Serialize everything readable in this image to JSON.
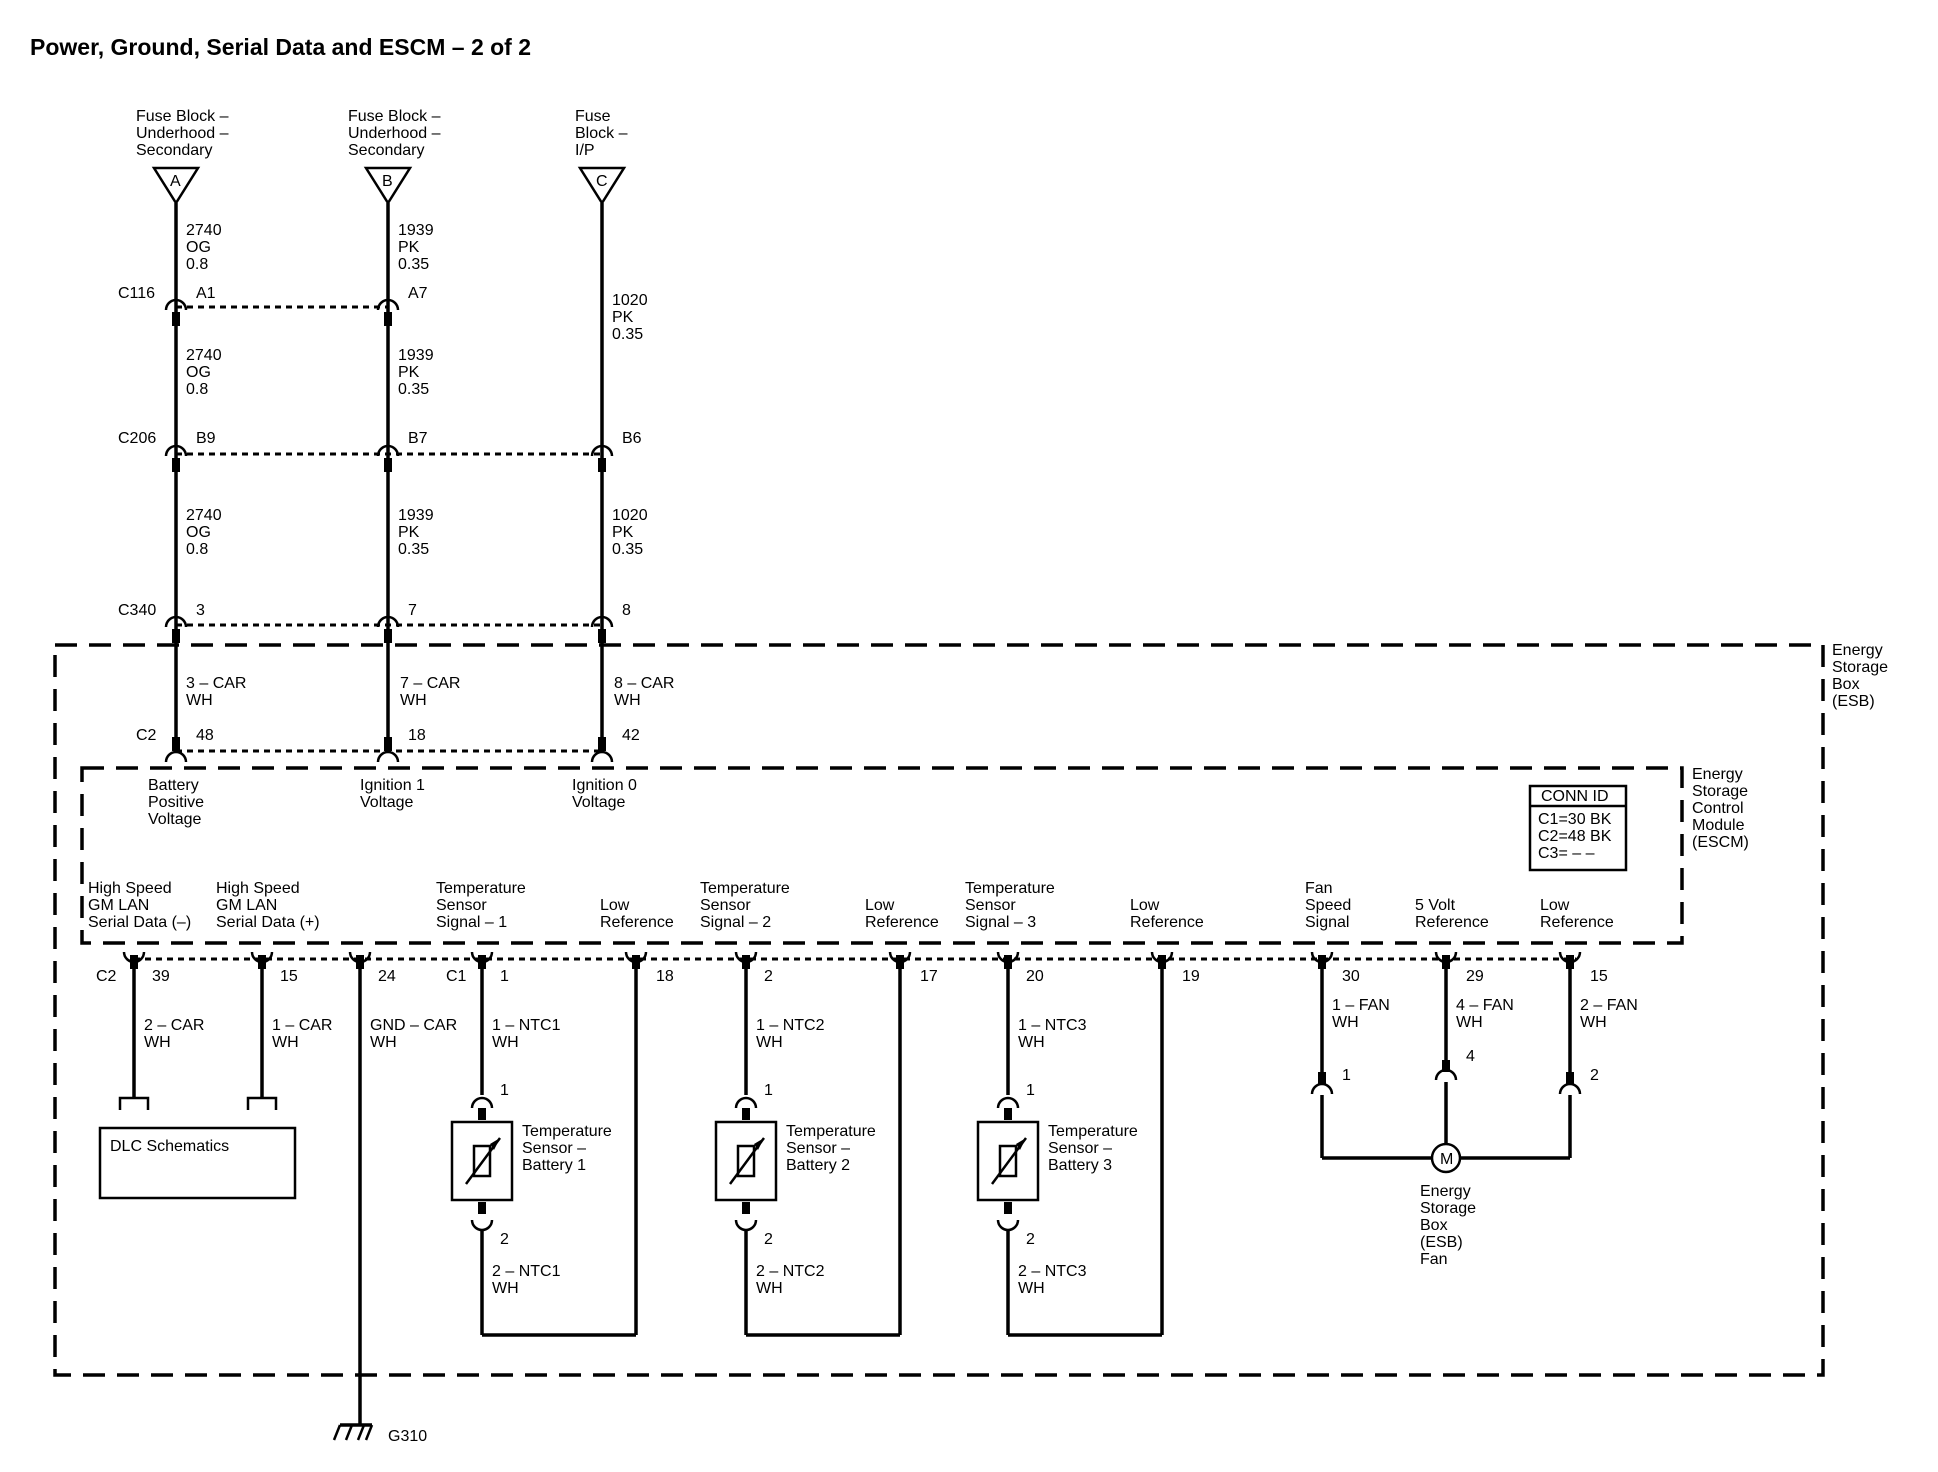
{
  "title": "Power, Ground, Serial Data and ESCM – 2 of 2",
  "fuse_sources": [
    {
      "letter": "A",
      "label": [
        "Fuse Block –",
        "Underhood –",
        "Secondary"
      ]
    },
    {
      "letter": "B",
      "label": [
        "Fuse Block –",
        "Underhood –",
        "Secondary"
      ]
    },
    {
      "letter": "C",
      "label": [
        "Fuse",
        "Block –",
        "I/P"
      ]
    }
  ],
  "wires": {
    "a_seg1": [
      "2740",
      "OG",
      "0.8"
    ],
    "b_seg1": [
      "1939",
      "PK",
      "0.35"
    ],
    "c_seg1": [
      "1020",
      "PK",
      "0.35"
    ],
    "a_seg2": [
      "2740",
      "OG",
      "0.8"
    ],
    "b_seg2": [
      "1939",
      "PK",
      "0.35"
    ],
    "a_seg3": [
      "2740",
      "OG",
      "0.8"
    ],
    "b_seg3": [
      "1939",
      "PK",
      "0.35"
    ],
    "c_seg3": [
      "1020",
      "PK",
      "0.35"
    ],
    "a_inside": [
      "3 – CAR",
      "WH"
    ],
    "b_inside": [
      "7 – CAR",
      "WH"
    ],
    "c_inside": [
      "8 – CAR",
      "WH"
    ],
    "lan_neg": [
      "2 – CAR",
      "WH"
    ],
    "lan_pos": [
      "1 – CAR",
      "WH"
    ],
    "gnd": [
      "GND – CAR",
      "WH"
    ],
    "ntc1_top": [
      "1 – NTC1",
      "WH"
    ],
    "ntc2_top": [
      "1 – NTC2",
      "WH"
    ],
    "ntc3_top": [
      "1 – NTC3",
      "WH"
    ],
    "ntc1_bot": [
      "2 – NTC1",
      "WH"
    ],
    "ntc2_bot": [
      "2 – NTC2",
      "WH"
    ],
    "ntc3_bot": [
      "2 – NTC3",
      "WH"
    ],
    "fan1": [
      "1 – FAN",
      "WH"
    ],
    "fan4": [
      "4 – FAN",
      "WH"
    ],
    "fan2": [
      "2 – FAN",
      "WH"
    ]
  },
  "connectors": {
    "c116": {
      "name": "C116",
      "pins": [
        "A1",
        "A7"
      ]
    },
    "c206": {
      "name": "C206",
      "pins": [
        "B9",
        "B7",
        "B6"
      ]
    },
    "c340": {
      "name": "C340",
      "pins": [
        "3",
        "7",
        "8"
      ]
    },
    "c2_top": {
      "name": "C2",
      "pins": [
        "48",
        "18",
        "42"
      ]
    },
    "c2_bot": {
      "name": "C2",
      "pins": [
        "39",
        "15",
        "24"
      ]
    },
    "c1": {
      "name": "C1",
      "pins": [
        "1",
        "18",
        "2",
        "17",
        "20",
        "19",
        "30",
        "29",
        "15"
      ]
    }
  },
  "esb_label": [
    "Energy",
    "Storage",
    "Box",
    "(ESB)"
  ],
  "escm_label": [
    "Energy",
    "Storage",
    "Control",
    "Module",
    "(ESCM)"
  ],
  "conn_id": {
    "header": "CONN ID",
    "lines": [
      "C1=30 BK",
      "C2=48 BK",
      "C3= – –"
    ]
  },
  "module_inputs": {
    "battery": [
      "Battery",
      "Positive",
      "Voltage"
    ],
    "ign1": [
      "Ignition 1",
      "Voltage"
    ],
    "ign0": [
      "Ignition 0",
      "Voltage"
    ]
  },
  "module_signals": {
    "lan_neg": [
      "High Speed",
      "GM LAN",
      "Serial Data (–)"
    ],
    "lan_pos": [
      "High Speed",
      "GM LAN",
      "Serial Data (+)"
    ],
    "temp1": [
      "Temperature",
      "Sensor",
      "Signal – 1"
    ],
    "lowref1": [
      "Low",
      "Reference"
    ],
    "temp2": [
      "Temperature",
      "Sensor",
      "Signal – 2"
    ],
    "lowref2": [
      "Low",
      "Reference"
    ],
    "temp3": [
      "Temperature",
      "Sensor",
      "Signal – 3"
    ],
    "lowref3": [
      "Low",
      "Reference"
    ],
    "fan_speed": [
      "Fan",
      "Speed",
      "Signal"
    ],
    "five_volt": [
      "5 Volt",
      "Reference"
    ],
    "lowref4": [
      "Low",
      "Reference"
    ]
  },
  "sensors": [
    {
      "pin_top": "1",
      "pin_bot": "2",
      "label": [
        "Temperature",
        "Sensor –",
        "Battery 1"
      ]
    },
    {
      "pin_top": "1",
      "pin_bot": "2",
      "label": [
        "Temperature",
        "Sensor –",
        "Battery 2"
      ]
    },
    {
      "pin_top": "1",
      "pin_bot": "2",
      "label": [
        "Temperature",
        "Sensor –",
        "Battery 3"
      ]
    }
  ],
  "fan": {
    "pins": [
      "1",
      "4",
      "2"
    ],
    "symbol": "M",
    "label": [
      "Energy",
      "Storage",
      "Box",
      "(ESB)",
      "Fan"
    ]
  },
  "dlc": "DLC Schematics",
  "ground": "G310"
}
